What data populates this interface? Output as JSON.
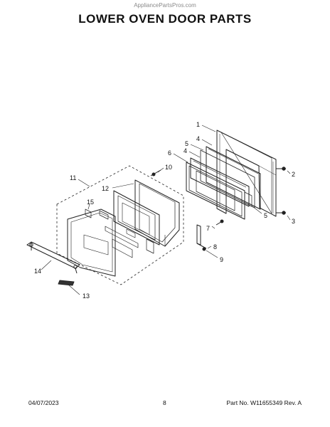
{
  "watermark": "AppliancePartsPros.com",
  "title": "LOWER OVEN DOOR PARTS",
  "footer": {
    "date": "04/07/2023",
    "page": "8",
    "part_number": "Part No. W11655349  Rev. A"
  },
  "callouts": {
    "c1": "1",
    "c2": "2",
    "c3": "3",
    "c4a": "4",
    "c4b": "4",
    "c5a": "5",
    "c5b": "5",
    "c6": "6",
    "c7": "7",
    "c8": "8",
    "c9": "9",
    "c10": "10",
    "c11": "11",
    "c12": "12",
    "c13": "13",
    "c14": "14",
    "c15": "15"
  }
}
